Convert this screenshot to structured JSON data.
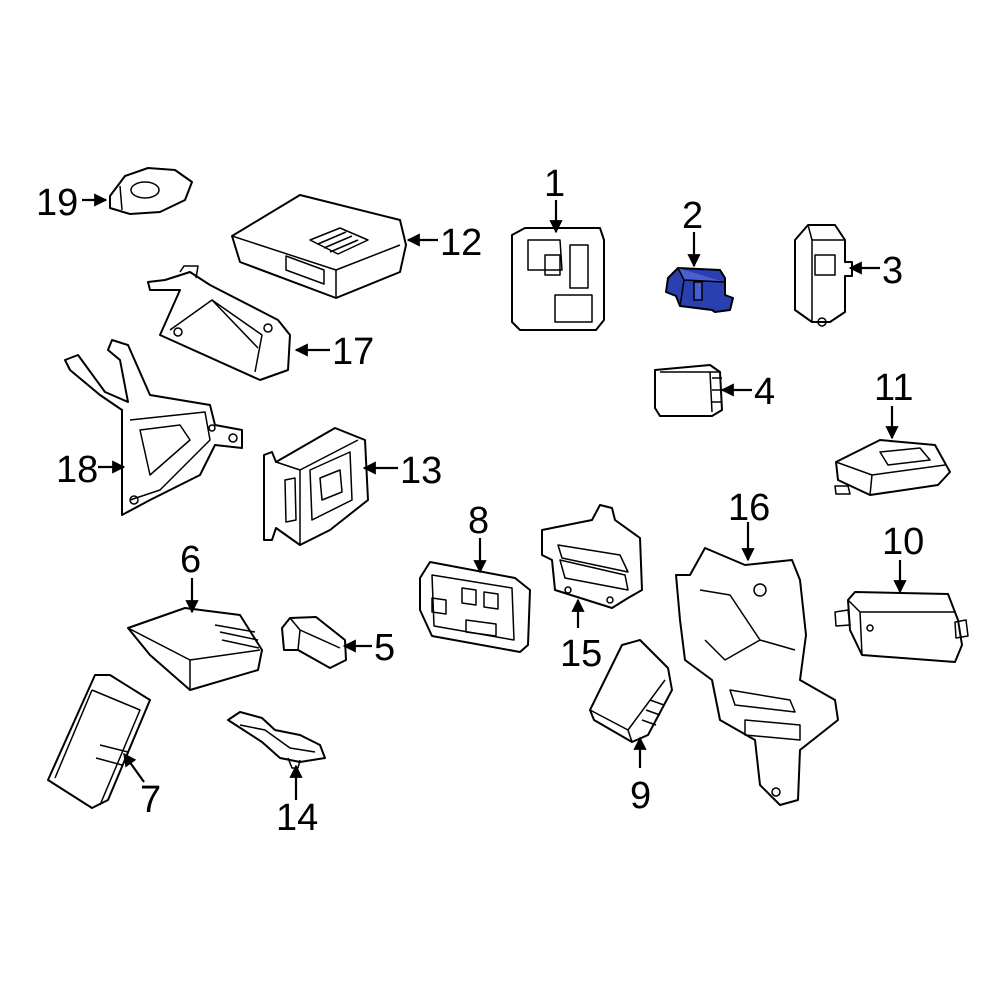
{
  "callouts": {
    "c1": "1",
    "c2": "2",
    "c3": "3",
    "c4": "4",
    "c5": "5",
    "c6": "6",
    "c7": "7",
    "c8": "8",
    "c9": "9",
    "c10": "10",
    "c11": "11",
    "c12": "12",
    "c13": "13",
    "c14": "14",
    "c15": "15",
    "c16": "16",
    "c17": "17",
    "c18": "18",
    "c19": "19"
  },
  "highlighted_part": "2",
  "colors": {
    "highlight": "#2a3fb0",
    "line": "#000000",
    "background": "#ffffff"
  }
}
